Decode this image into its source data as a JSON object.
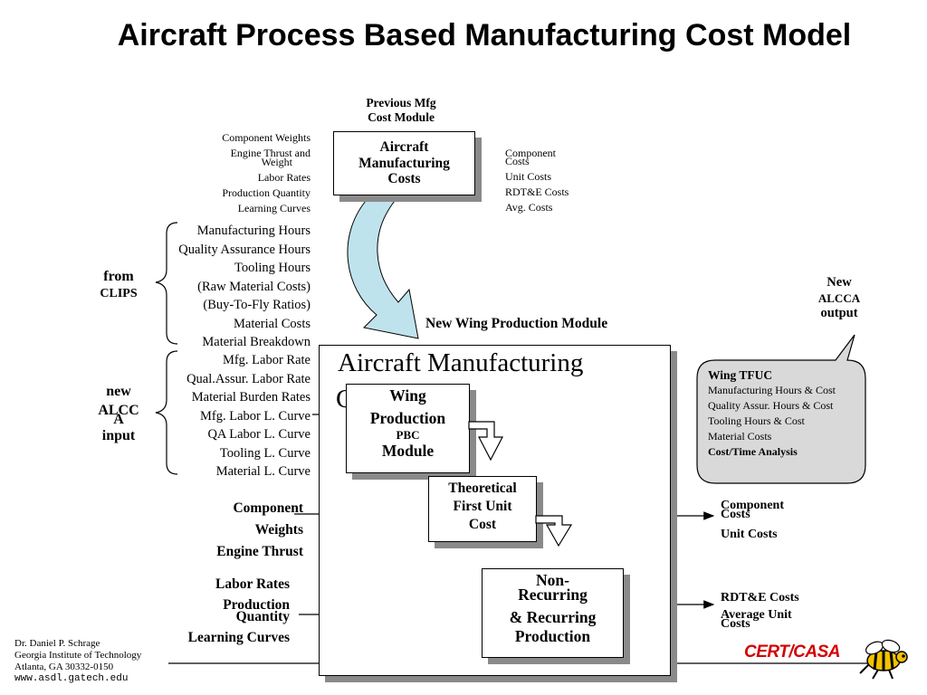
{
  "title": "Aircraft Process Based Manufacturing Cost Model",
  "previous_module": {
    "label_line1": "Previous Mfg",
    "label_line2": "Cost Module"
  },
  "top_box": {
    "line1": "Aircraft",
    "line2": "Manufacturing",
    "line3": "Costs"
  },
  "top_left_inputs": [
    "Component Weights",
    "Engine Thrust and",
    "Weight",
    "Labor Rates",
    "Production Quantity",
    "Learning Curves"
  ],
  "top_right_outputs": [
    "Component",
    "Costs",
    "Unit Costs",
    "RDT&E Costs",
    "Avg. Costs"
  ],
  "clips_params": [
    "Manufacturing Hours",
    "Quality Assurance Hours",
    "Tooling Hours",
    "(Raw Material Costs)",
    "(Buy-To-Fly Ratios)",
    "Material Costs",
    "Material Breakdown"
  ],
  "alcca_params": [
    "Mfg. Labor Rate",
    "Qual.Assur. Labor Rate",
    "Material Burden Rates",
    "Mfg. Labor L. Curve",
    "QA Labor L. Curve",
    "Tooling L. Curve",
    "Material L. Curve"
  ],
  "from_clips": {
    "line1": "from",
    "line2": "CLIPS"
  },
  "new_alcca_input": {
    "line1": "new",
    "line2": "ALCC",
    "line3": "A",
    "line4": "input"
  },
  "new_module_label": "New Wing Production Module",
  "main_box": {
    "heading": "Aircraft Manufacturing",
    "heading_cut": "C"
  },
  "wing_box": {
    "line1": "Wing",
    "line2": "Production",
    "line3": "PBC",
    "line4": "Module"
  },
  "tfuc_box": {
    "line1": "Theoretical",
    "line2": "First Unit",
    "line3": "Cost"
  },
  "nonrec_box": {
    "line1": "Non-",
    "line2": "Recurring",
    "line3": "& Recurring",
    "line4": "Production"
  },
  "left_inputs": {
    "group1": [
      "Component",
      "Weights",
      "Engine Thrust"
    ],
    "group2": [
      "Labor Rates",
      "Production",
      "Quantity",
      "Learning Curves"
    ]
  },
  "right_outputs": {
    "group1": [
      "Component",
      "Costs",
      "Unit Costs"
    ],
    "group2": [
      "RDT&E Costs",
      "Average Unit",
      "Costs"
    ]
  },
  "new_alcca_output": {
    "line1": "New",
    "line2": "ALCCA",
    "line3": "output"
  },
  "callout": {
    "header": "Wing TFUC",
    "items": [
      "Manufacturing Hours & Cost",
      "Quality Assur. Hours & Cost",
      "Tooling Hours & Cost",
      "Material Costs"
    ],
    "footer": "Cost/Time Analysis"
  },
  "footer": {
    "name": "Dr. Daniel P. Schrage",
    "org": "Georgia Institute of Technology",
    "city": "Atlanta, GA  30332-0150",
    "url": "www.asdl.gatech.edu"
  },
  "logo_text": "CERT/CASA",
  "colors": {
    "big_arrow_fill": "#bfe3ec",
    "callout_fill": "#d9d9d9",
    "shadow": "#8a8a8a",
    "logo_red": "#d40000",
    "bee_yellow": "#f2c200"
  }
}
